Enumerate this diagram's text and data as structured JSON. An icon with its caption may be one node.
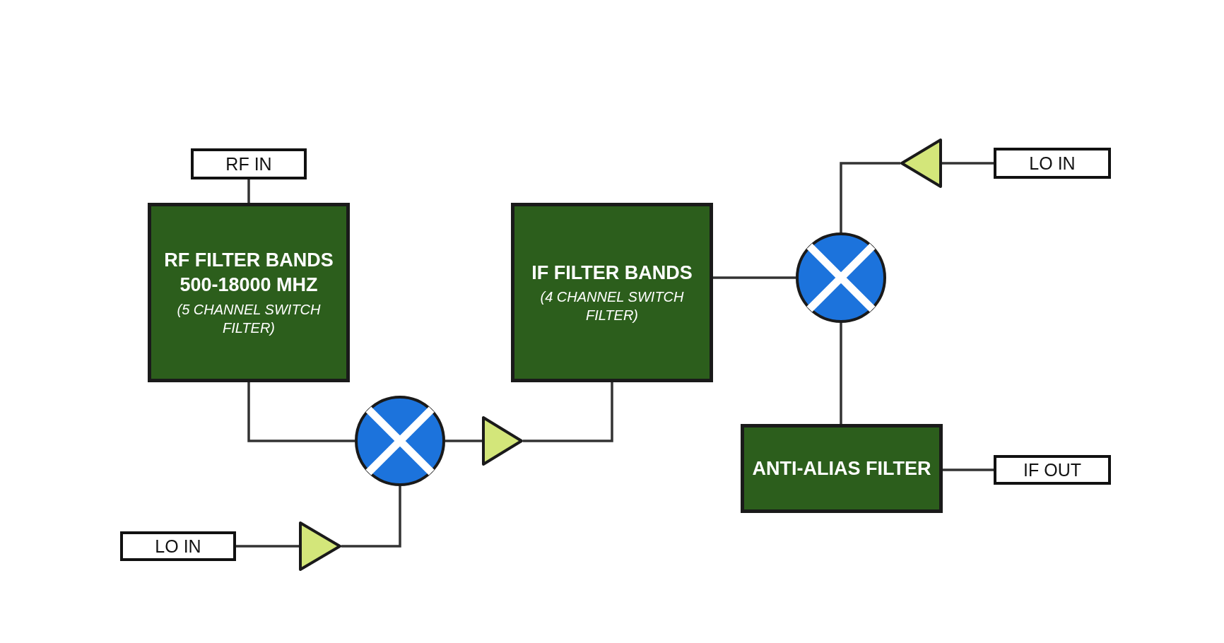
{
  "diagram": {
    "nodes": [
      {
        "text": [
          "RF IN"
        ]
      },
      {
        "text": [
          "RF FILTER BANDS 500-18000 MHZ",
          "(5 CHANNEL SWITCH FILTER)"
        ]
      },
      {
        "text": [
          "IF FILTER BANDS",
          "(4 CHANNEL SWITCH FILTER)"
        ]
      },
      {
        "text": [
          "LO IN"
        ]
      },
      {
        "text": [],
        "shape": "triangle"
      },
      {
        "text": [],
        "shape": "circle"
      },
      {
        "text": [
          "ANTI-ALIAS FILTER"
        ]
      },
      {
        "text": [
          "IF OUT"
        ]
      },
      {
        "text": [],
        "shape": "circle"
      },
      {
        "text": [],
        "shape": "triangle"
      },
      {
        "text": [
          "LO IN"
        ]
      },
      {
        "text": [],
        "shape": "triangle"
      }
    ],
    "edges": [
      {
        "from": 0,
        "to": 1,
        "arrow": "none"
      },
      {
        "from": 1,
        "to": 8,
        "arrow": "none"
      },
      {
        "from": 10,
        "to": 11,
        "arrow": "none"
      },
      {
        "from": 11,
        "to": 8,
        "arrow": "none"
      },
      {
        "from": 8,
        "to": 9,
        "arrow": "none"
      },
      {
        "from": 9,
        "to": 2,
        "arrow": "none"
      },
      {
        "from": 2,
        "to": 5,
        "arrow": "none"
      },
      {
        "from": 3,
        "to": 4,
        "arrow": "none"
      },
      {
        "from": 4,
        "to": 5,
        "arrow": "none"
      },
      {
        "from": 5,
        "to": 6,
        "arrow": "none"
      },
      {
        "from": 6,
        "to": 7,
        "arrow": "none"
      }
    ]
  }
}
